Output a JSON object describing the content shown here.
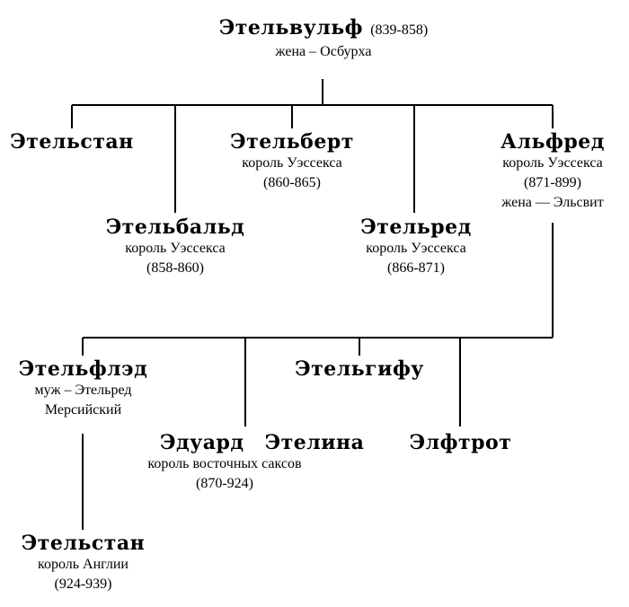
{
  "tree": {
    "root": {
      "name": "Этельвульф",
      "years": "(839-858)",
      "spouse": "жена – Осбурха"
    },
    "gen2": [
      {
        "name": "Этельстан"
      },
      {
        "name": "Этельбальд",
        "title": "король Уэссекса",
        "years": "(858-860)"
      },
      {
        "name": "Этельберт",
        "title": "король Уэссекса",
        "years": "(860-865)"
      },
      {
        "name": "Этельред",
        "title": "король Уэссекса",
        "years": "(866-871)"
      },
      {
        "name": "Альфред",
        "title": "король Уэссекса",
        "years": "(871-899)",
        "spouse": "жена — Эльсвит"
      }
    ],
    "gen3": [
      {
        "name": "Этельфлэд",
        "spouse": "муж – Этельред",
        "spouse2": "Мерсийский"
      },
      {
        "name": "Эдуард",
        "title": "король восточных саксов",
        "years": "(870-924)"
      },
      {
        "name": "Этельгифу"
      },
      {
        "name": "Этелина"
      },
      {
        "name": "Элфтрот"
      }
    ],
    "gen4": [
      {
        "name": "Этельстан",
        "title": "король Англии",
        "years": "(924-939)"
      }
    ]
  }
}
